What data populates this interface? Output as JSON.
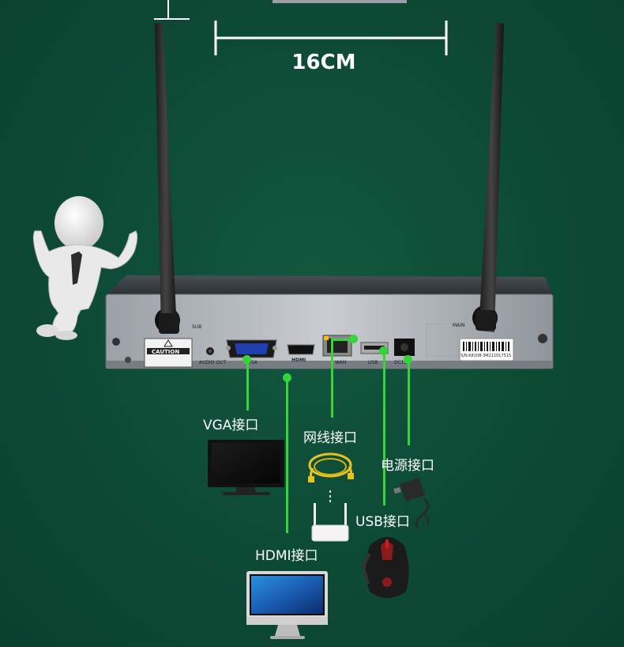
{
  "dimension": {
    "label": "16CM"
  },
  "device": {
    "caution_label": "CAUTION",
    "antenna_labels": {
      "left": "SUB",
      "right": "MAIN"
    },
    "port_labels": {
      "audio": "AUDIO OUT",
      "vga": "VGA",
      "hdmi": "HDMI",
      "wan": "WAN",
      "usb": "USB",
      "dc": "DC12V"
    },
    "serial_text": "S/N:K8208-3M21101751S"
  },
  "callouts": {
    "vga": "VGA接口",
    "network": "网线接口",
    "power": "电源接口",
    "usb": "USB接口",
    "hdmi": "HDMI接口"
  },
  "colors": {
    "background": "#0d4a36",
    "callout_line": "#34d43a",
    "text": "#ffffff"
  }
}
